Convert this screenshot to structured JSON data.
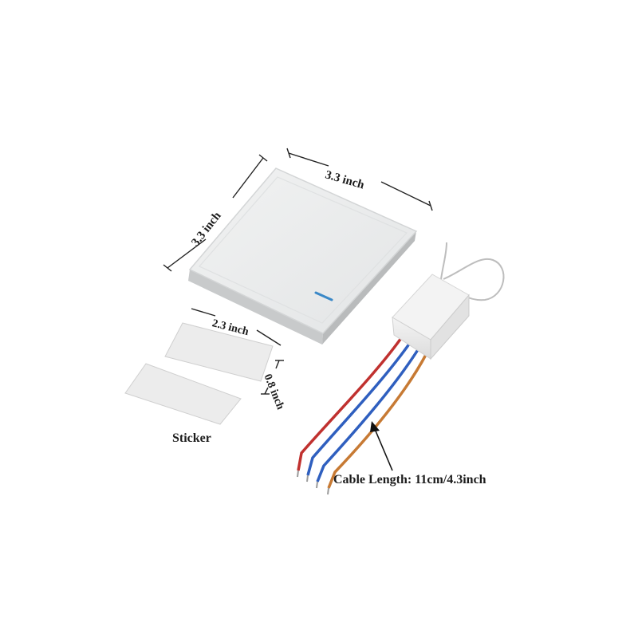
{
  "labels": {
    "panel_width": "3.3 inch",
    "panel_height": "3.3 inch",
    "sticker_width": "2.3 inch",
    "sticker_height": "0.8 inch",
    "sticker": "Sticker",
    "cable_length": "Cable Length: 11cm/4.3inch"
  },
  "colors": {
    "panel_face": "#eceded",
    "panel_edge": "#cfd1d2",
    "indicator": "#3a88c7",
    "wire_red": "#c0312f",
    "wire_blue": "#2f5fbf",
    "wire_brown": "#c77a34",
    "wire_white": "#f2f2f2"
  }
}
